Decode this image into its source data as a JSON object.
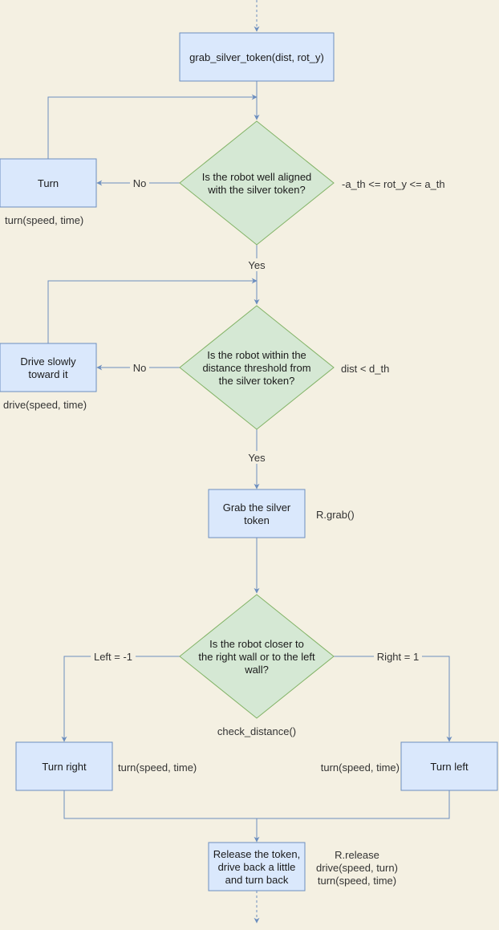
{
  "colors": {
    "background": "#f4f0e2",
    "process_fill": "#dae8fc",
    "process_stroke": "#6c8ebf",
    "decision_fill": "#d5e8d4",
    "decision_stroke": "#82b366",
    "edge": "#6c8ebf"
  },
  "nodes": {
    "start": {
      "label": "grab_silver_token(dist, rot_y)"
    },
    "q_aligned": {
      "lines": [
        "Is the robot well aligned",
        "with the silver token?"
      ],
      "note": "-a_th <= rot_y <= a_th"
    },
    "turn": {
      "label": "Turn",
      "note": "turn(speed, time)"
    },
    "q_distance": {
      "lines": [
        "Is the robot within the",
        "distance threshold from",
        "the silver token?"
      ],
      "note": "dist < d_th"
    },
    "drive": {
      "lines": [
        "Drive slowly",
        "toward it"
      ],
      "note": "drive(speed, time)"
    },
    "grab": {
      "lines": [
        "Grab the silver",
        "token"
      ],
      "note": "R.grab()"
    },
    "q_wall": {
      "lines": [
        "Is the robot closer to",
        "the right wall or to the left",
        "wall?"
      ],
      "note": "check_distance()"
    },
    "turn_right": {
      "label": "Turn right",
      "note": "turn(speed, time)"
    },
    "turn_left": {
      "label": "Turn left",
      "note": "turn(speed, time)"
    },
    "release": {
      "lines": [
        "Release the token,",
        "drive back a little",
        "and turn back"
      ],
      "note_lines": [
        "R.release",
        "drive(speed, turn)",
        "turn(speed, time)"
      ]
    }
  },
  "edge_labels": {
    "no_1": "No",
    "yes_1": "Yes",
    "no_2": "No",
    "yes_2": "Yes",
    "left": "Left = -1",
    "right": "Right = 1"
  }
}
